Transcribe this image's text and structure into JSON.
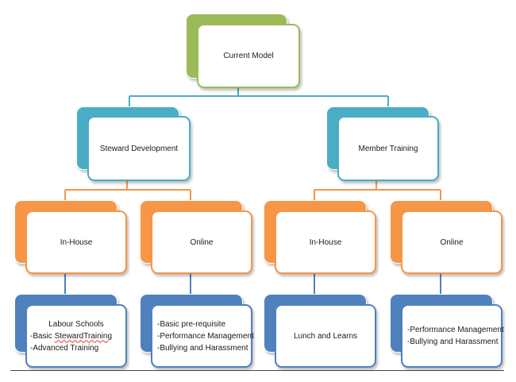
{
  "colors": {
    "root": "#9bbb59",
    "level2": "#4bacc6",
    "level3": "#f79646",
    "level4": "#4f81bd"
  },
  "root": {
    "label": "Current Model"
  },
  "branches": [
    {
      "label": "Steward Development",
      "children": [
        {
          "label": "In-House",
          "details": [
            "Labour Schools",
            "-Basic StewardTraining",
            "-Advanced Training"
          ]
        },
        {
          "label": "Online",
          "details": [
            "-Basic pre-requisite",
            "-Performance Management",
            "-Bullying and Harassment"
          ]
        }
      ]
    },
    {
      "label": "Member Training",
      "children": [
        {
          "label": "In-House",
          "details": [
            "Lunch and Learns"
          ]
        },
        {
          "label": "Online",
          "details": [
            "-Performance Management",
            "-Bullying and Harassment"
          ]
        }
      ]
    }
  ]
}
